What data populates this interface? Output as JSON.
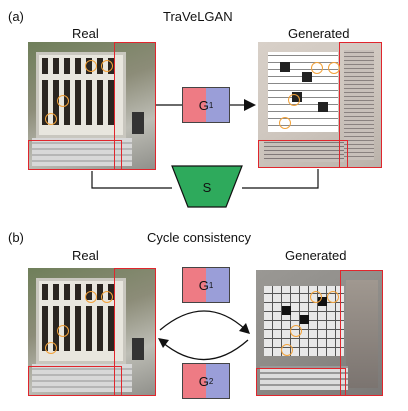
{
  "panel_a": {
    "label": "(a)",
    "title": "TraVeLGAN",
    "real_label": "Real",
    "generated_label": "Generated",
    "generator": {
      "name": "G",
      "sub": "1"
    },
    "siamese": "S"
  },
  "panel_b": {
    "label": "(b)",
    "title": "Cycle consistency",
    "real_label": "Real",
    "generated_label": "Generated",
    "generator_top": {
      "name": "G",
      "sub": "1"
    },
    "generator_bottom": {
      "name": "G",
      "sub": "2"
    }
  },
  "colors": {
    "red_box": "#e0262d",
    "orange_circle": "#f2a23a",
    "g_left": "#ee7b84",
    "g_right": "#9a9ed8",
    "siamese_green": "#2eaa5c"
  }
}
